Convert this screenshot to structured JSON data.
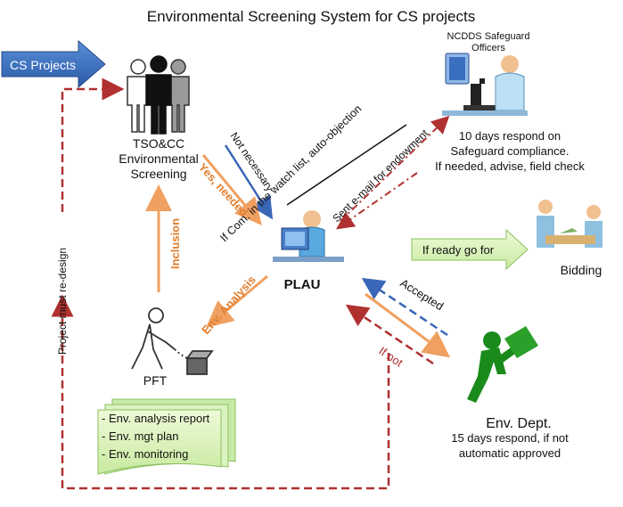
{
  "title": "Environmental Screening System for CS projects",
  "cs_projects": {
    "label": "CS Projects",
    "color": "#3b6fbf"
  },
  "tso": {
    "name": "TSO&CC",
    "line1": "Environmental",
    "line2": "Screening"
  },
  "officers": {
    "line1": "NCDDS Safeguard",
    "line2": "Officers"
  },
  "officers_note": {
    "line1": "10 days respond on",
    "line2": "Safeguard compliance.",
    "line3": "If needed, advise, field check"
  },
  "plau": "PLAU",
  "pft": "PFT",
  "bidding": {
    "arrow_label": "If ready go for",
    "label": "Bidding"
  },
  "env_dept": {
    "name": "Env. Dept.",
    "line1": "15 days respond, if not",
    "line2": "automatic approved"
  },
  "documents": [
    "- Env. analysis report",
    "- Env. mgt plan",
    "- Env. monitoring"
  ],
  "arrows": {
    "not_necessary": "Not necessary",
    "yes_needed": "Yes, needed",
    "inclusion": "Inclusion",
    "env_analysis": "Env. Analysis",
    "watch_list": "If Com. in  the watch list, auto-objection",
    "sent_email": "Sent e-mail for endowment",
    "accepted": "Accepted",
    "if_not": "If not",
    "redesign": "Project must re-design"
  },
  "colors": {
    "orange": "#f0a060",
    "blue": "#3a66b8",
    "red": "#b03030",
    "green": "#1a7a1a",
    "doc": "#d6f0c0"
  }
}
